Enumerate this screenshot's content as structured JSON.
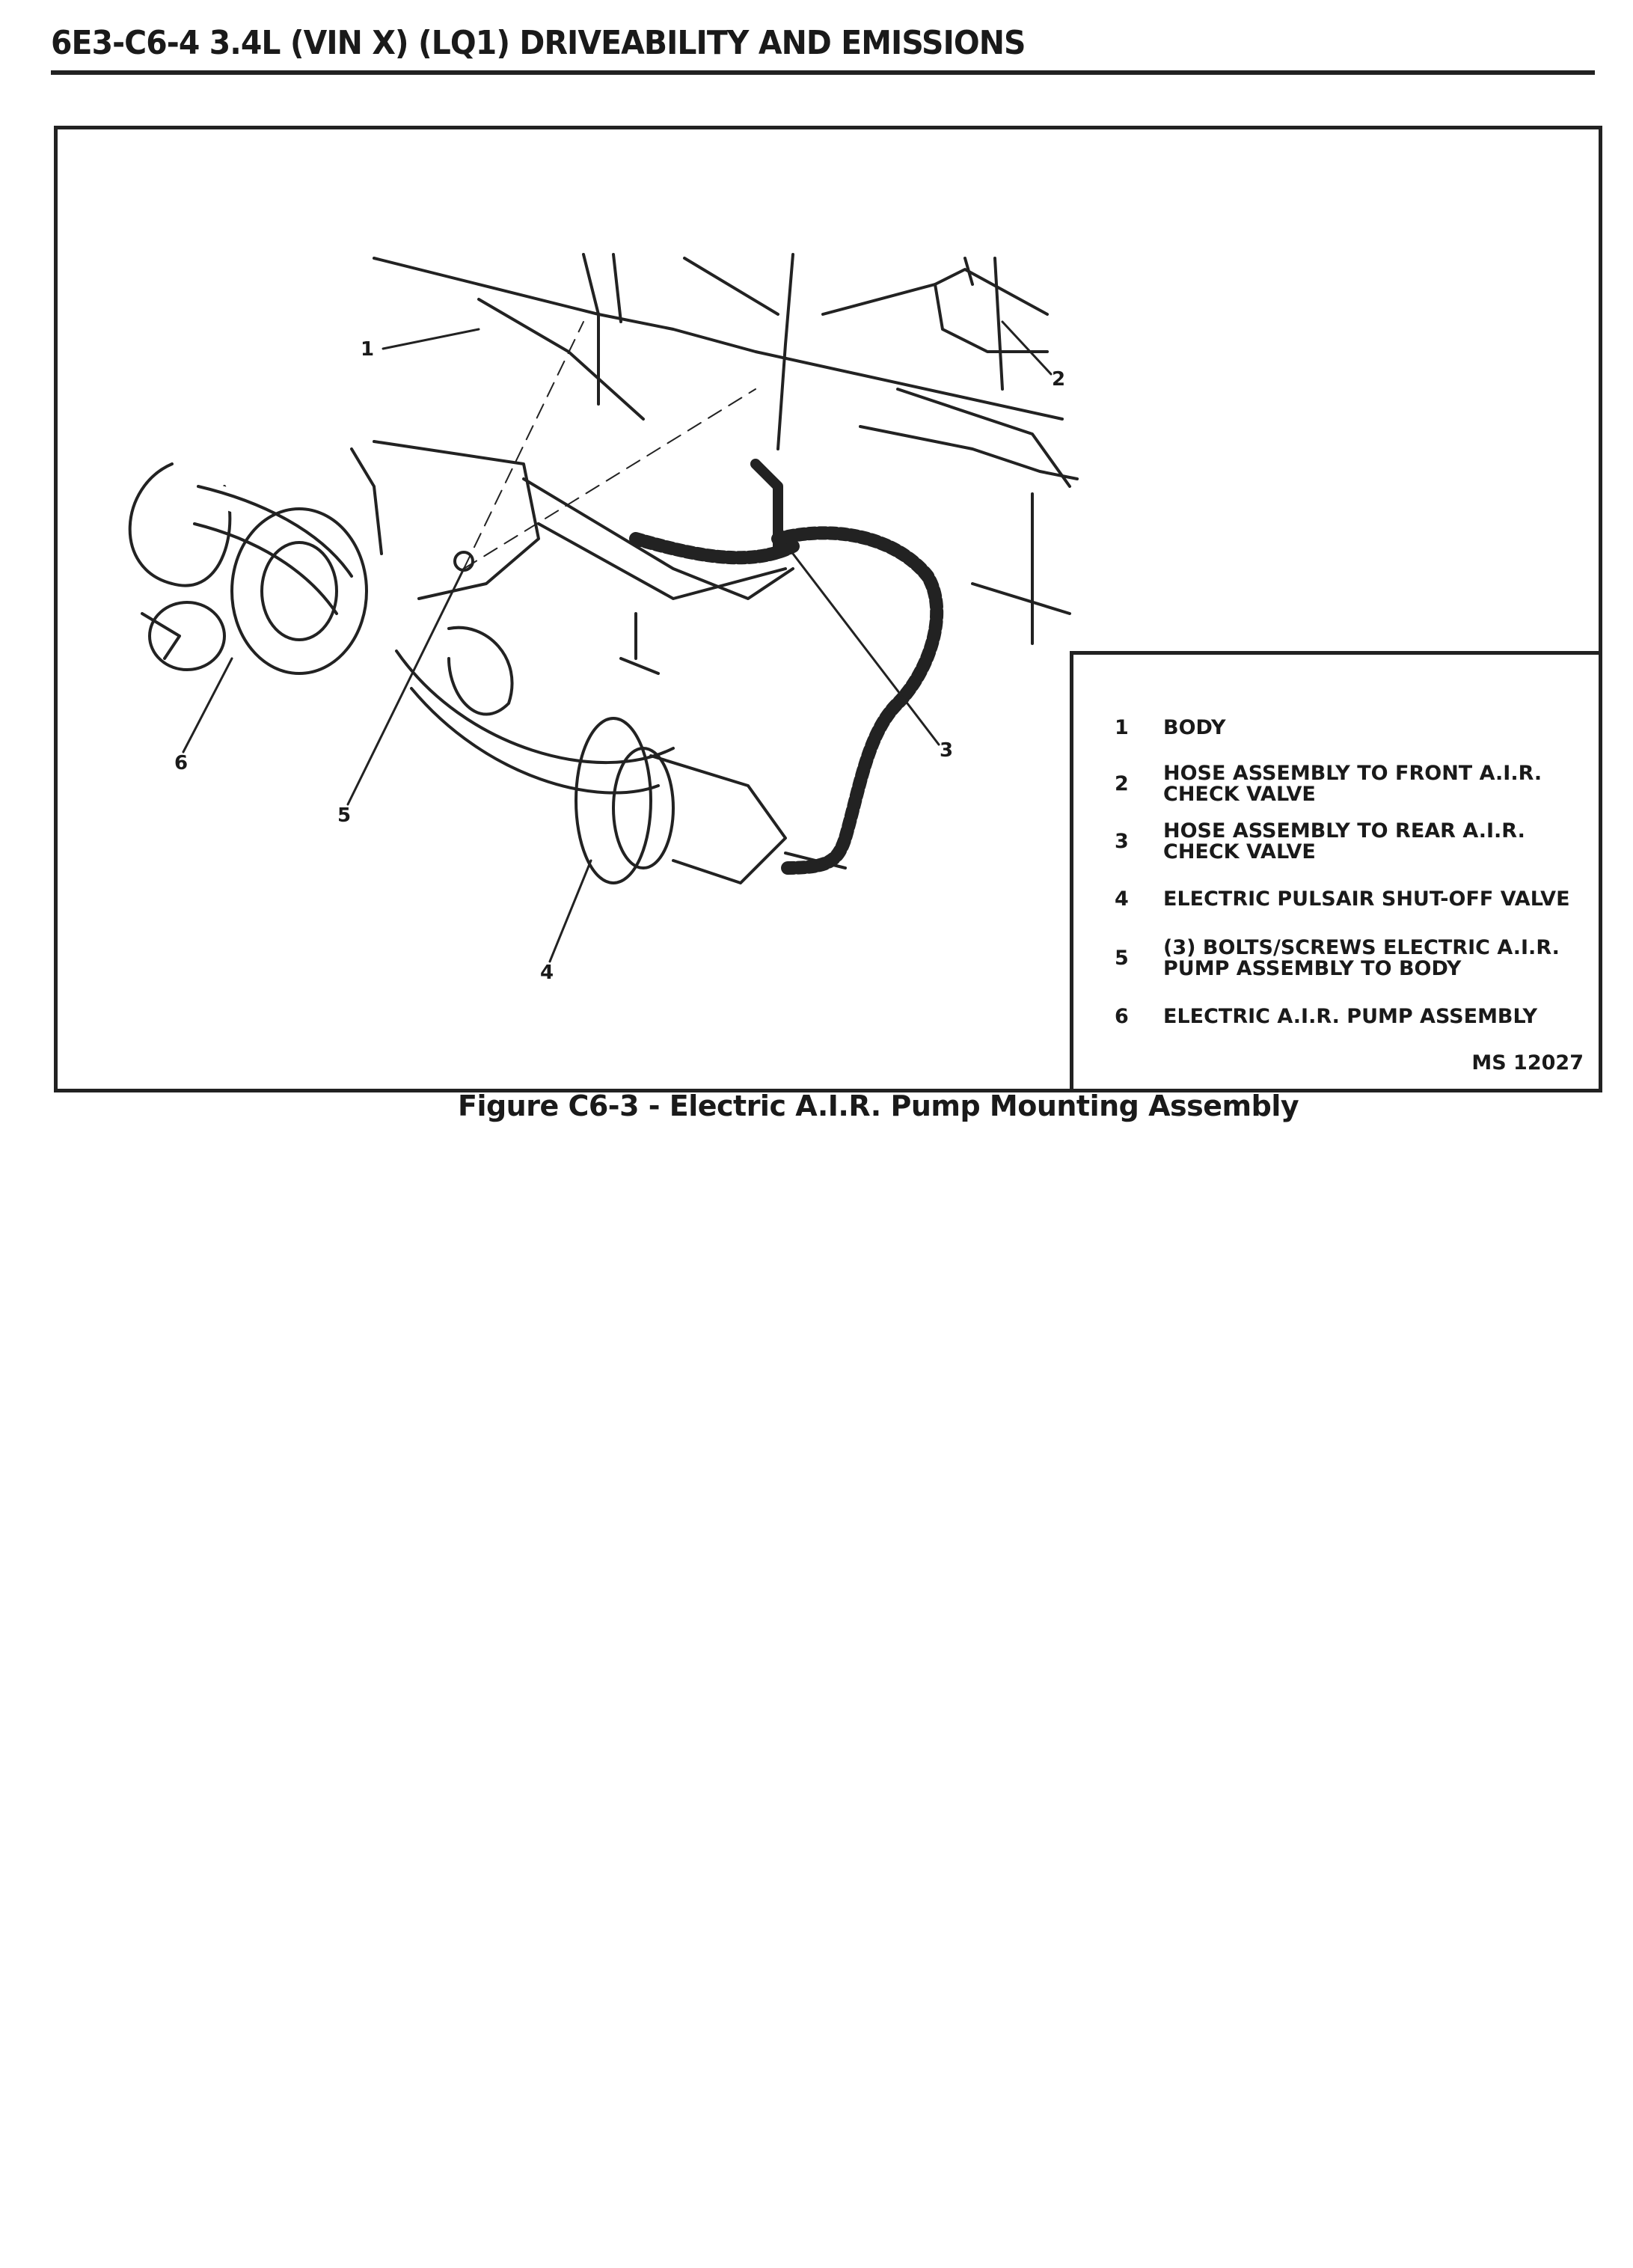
{
  "header": {
    "title": "6E3-C6-4 3.4L (VIN X) (LQ1) DRIVEABILITY AND EMISSIONS"
  },
  "figure": {
    "caption": "Figure C6-3 - Electric A.I.R. Pump Mounting Assembly",
    "code": "MS 12027",
    "callouts": [
      "1",
      "2",
      "3",
      "4",
      "5",
      "6"
    ],
    "legend": [
      {
        "num": "1",
        "text": "BODY"
      },
      {
        "num": "2",
        "text": "HOSE ASSEMBLY TO FRONT A.I.R. CHECK VALVE"
      },
      {
        "num": "3",
        "text": "HOSE ASSEMBLY TO REAR A.I.R. CHECK VALVE"
      },
      {
        "num": "4",
        "text": "ELECTRIC PULSAIR SHUT-OFF VALVE"
      },
      {
        "num": "5",
        "text": "(3) BOLTS/SCREWS ELECTRIC A.I.R. PUMP ASSEMBLY TO BODY"
      },
      {
        "num": "6",
        "text": "ELECTRIC A.I.R. PUMP ASSEMBLY"
      }
    ]
  }
}
